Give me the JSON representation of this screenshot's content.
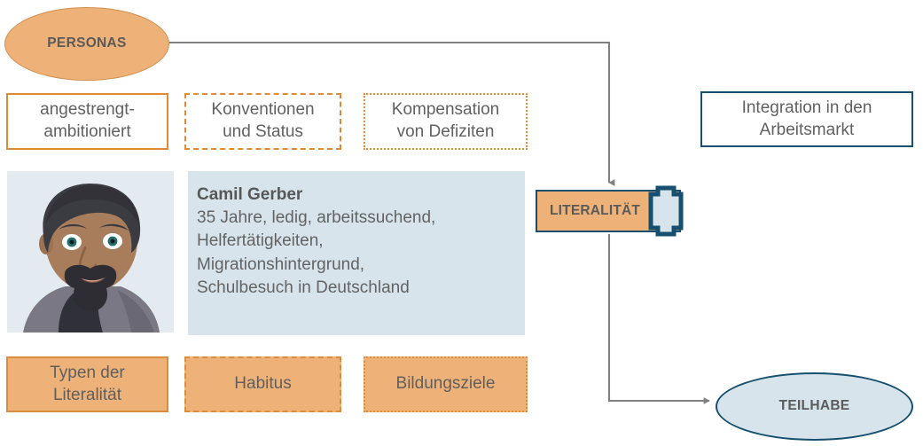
{
  "diagram": {
    "title": "Personas Literalitaet Teilhabe Diagram",
    "colors": {
      "orange_fill": "#eeb279",
      "orange_border": "#e08b34",
      "navy_border": "#17506e",
      "light_blue_fill": "#d7e4ec",
      "photo_bg": "#e4ebf0",
      "text_gray": "#5f5f5f",
      "connector_gray": "#808080"
    }
  },
  "nodes": {
    "personas": {
      "label": "PERSONAS",
      "shape": "ellipse"
    },
    "literalitaet": {
      "label": "LITERALITÄT",
      "shape": "rect",
      "icon": "book-icon"
    },
    "teilhabe": {
      "label": "TEILHABE",
      "shape": "ellipse"
    },
    "integration": {
      "label": "Integration in den\nArbeitsmarkt",
      "shape": "rect"
    }
  },
  "attributes_top": [
    {
      "label": "angestrengt-\nambitioniert",
      "border_style": "solid"
    },
    {
      "label": "Konventionen\nund Status",
      "border_style": "dashed"
    },
    {
      "label": "Kompensation\nvon Defiziten",
      "border_style": "dotted"
    }
  ],
  "attributes_bottom": [
    {
      "label": "Typen der\nLiteralität",
      "border_style": "solid"
    },
    {
      "label": "Habitus",
      "border_style": "dashed"
    },
    {
      "label": "Bildungsziele",
      "border_style": "dotted"
    }
  ],
  "persona": {
    "name": "Camil Gerber",
    "description": "35 Jahre, ledig, arbeitssuchend,\nHelfertätigkeiten,\nMigrationshintergrund,\nSchulbesuch in Deutschland",
    "avatar_alt": "portrait-illustration"
  },
  "connectors": [
    {
      "from": "personas",
      "to": "literalitaet",
      "style": "elbow-arrow"
    },
    {
      "from": "literalitaet",
      "to": "teilhabe",
      "style": "elbow-arrow"
    }
  ]
}
